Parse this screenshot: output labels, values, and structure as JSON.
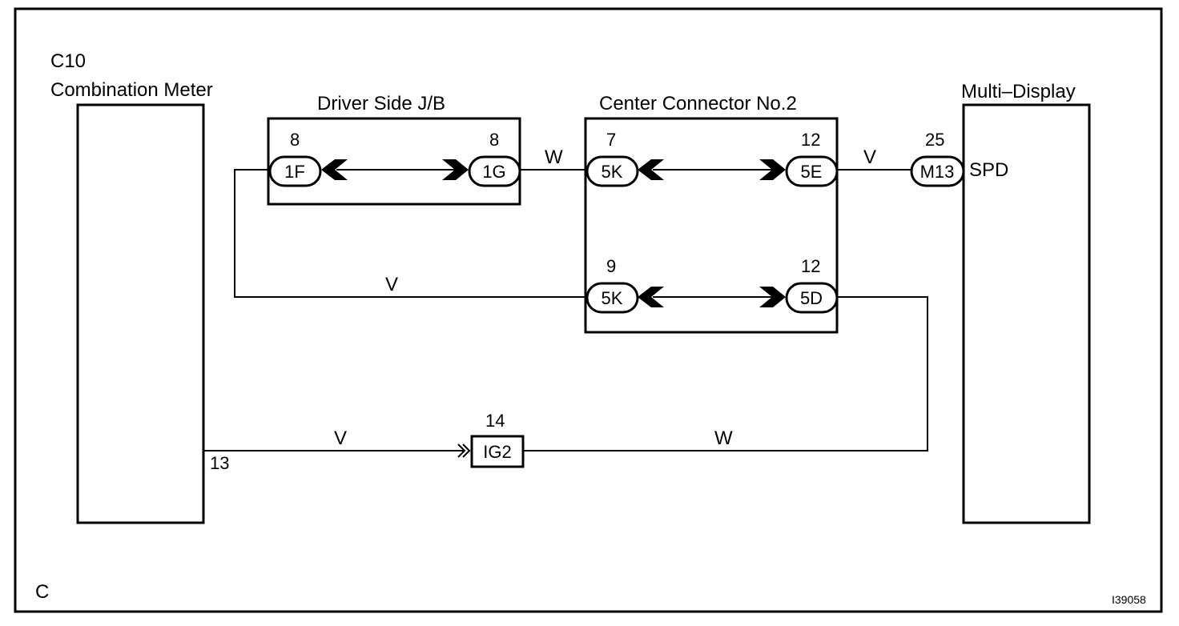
{
  "components": {
    "combination_meter": {
      "code": "C10",
      "name": "Combination Meter"
    },
    "driver_jb": {
      "name": "Driver Side J/B"
    },
    "center_connector": {
      "name": "Center Connector No.2"
    },
    "multi_display": {
      "name": "Multi–Display"
    }
  },
  "connectors": {
    "jb_1f": {
      "label": "1F",
      "pin": "8"
    },
    "jb_1g": {
      "label": "1G",
      "pin": "8"
    },
    "cc_5k_top": {
      "label": "5K",
      "pin": "7"
    },
    "cc_5e": {
      "label": "5E",
      "pin": "12"
    },
    "cc_5k_bottom": {
      "label": "5K",
      "pin": "9"
    },
    "cc_5d": {
      "label": "5D",
      "pin": "12"
    },
    "md_m13": {
      "label": "M13",
      "pin": "25",
      "terminal": "SPD"
    },
    "ig2": {
      "label": "IG2",
      "pin": "14"
    }
  },
  "meter_pin": "13",
  "wires": {
    "jb_to_cc": "W",
    "cc_to_md": "V",
    "meter_to_cc": "V",
    "meter_to_ig2": "V",
    "ig2_to_cc": "W"
  },
  "corner_letter": "C",
  "figure_id": "I39058"
}
